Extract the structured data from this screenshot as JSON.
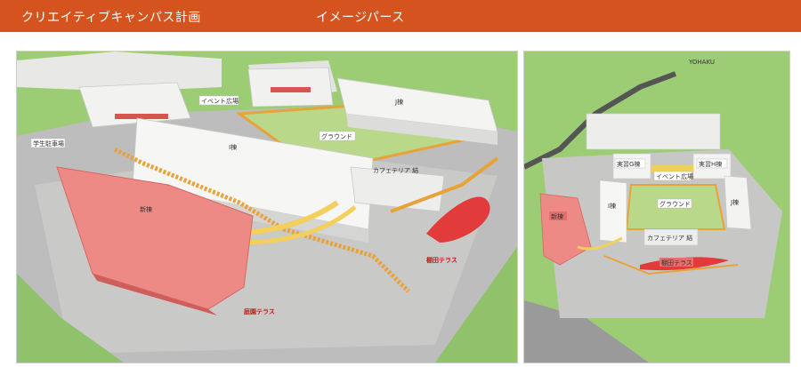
{
  "header": {
    "title": "クリエイティブキャンパス計画",
    "subtitle": "イメージパース"
  },
  "left_view": {
    "labels": {
      "event_plaza": "イベント広場",
      "j_building": "J棟",
      "student_parking": "学生駐車場",
      "i_building": "I棟",
      "ground": "グラウンド",
      "cafeteria": "カフェテリア 結",
      "new_building": "新棟",
      "tanada_terrace": "棚田テラス",
      "garden_terrace": "庭園テラス"
    }
  },
  "right_view": {
    "labels": {
      "yohaku": "YOHAKU",
      "lab_g": "実習G棟",
      "lab_h": "実習H棟",
      "event_plaza": "イベント広場",
      "new_building": "新棟",
      "i_building": "I棟",
      "ground": "グラウンド",
      "j_building": "J棟",
      "cafeteria": "カフェテリア 結",
      "tanada_terrace": "棚田テラス"
    }
  },
  "colors": {
    "accent": "#d5531e",
    "grass": "#8fc26a",
    "field": "#b9d88a",
    "path": "#e8a23a",
    "new_building": "#ee8a86",
    "terrace": "#e23b3b"
  }
}
